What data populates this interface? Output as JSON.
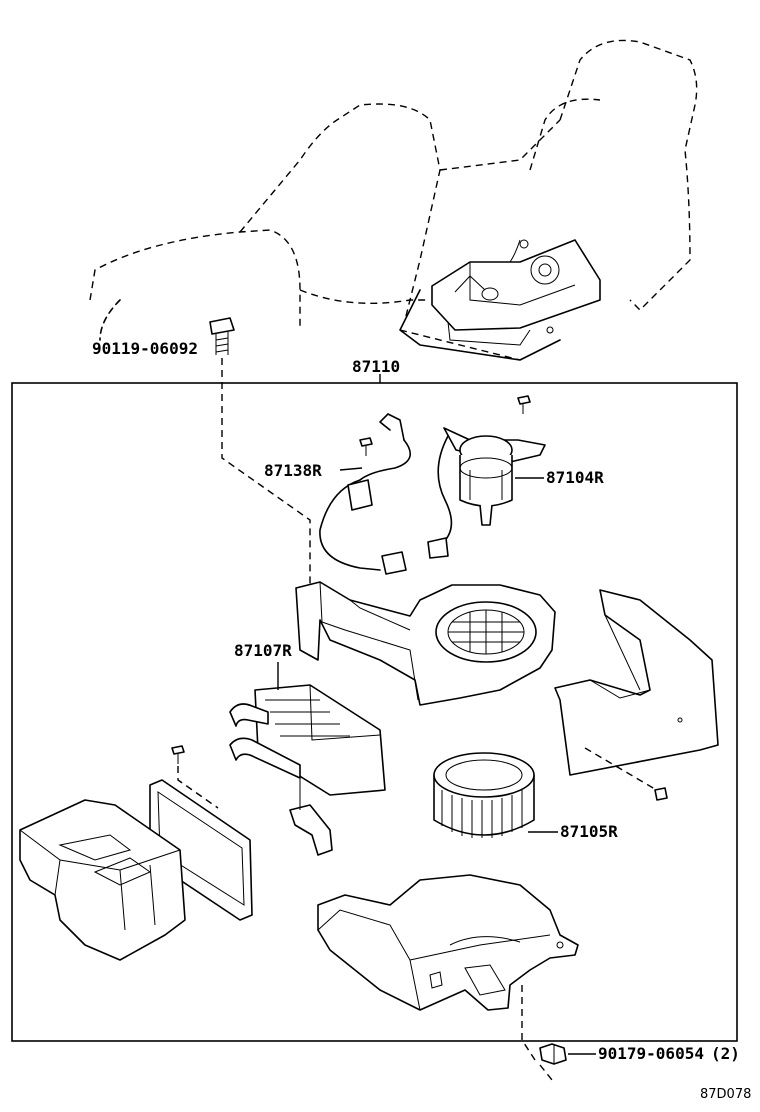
{
  "labels": {
    "bolt_upper": "90119-06092",
    "assembly": "87110",
    "wire_harness": "87138R",
    "motor": "87104R",
    "radiator": "87107R",
    "fan": "87105R",
    "nut": "90179-06054",
    "nut_qty": "(2)",
    "diagram_code": "87D078"
  }
}
